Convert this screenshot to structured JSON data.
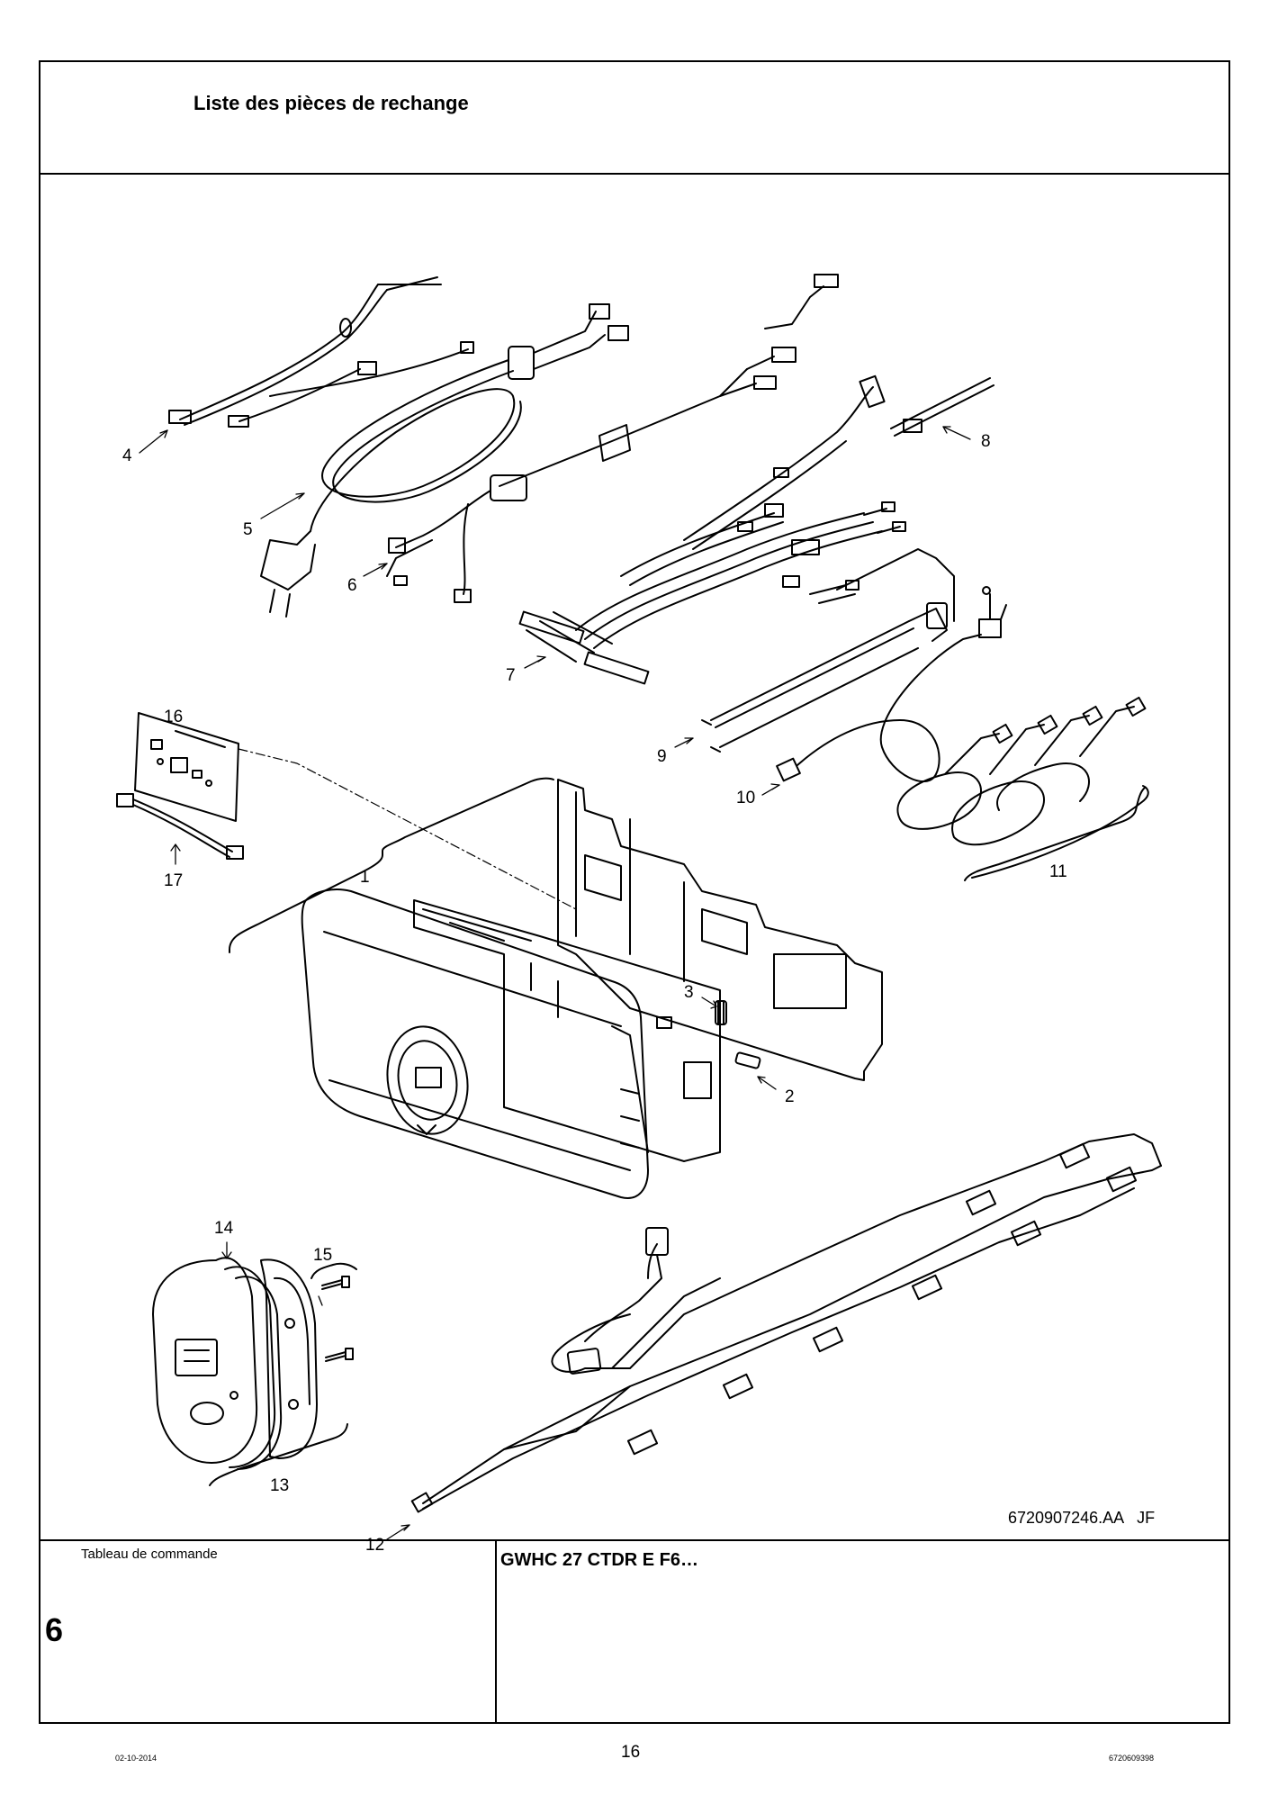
{
  "header": {
    "title": "Liste des pièces de rechange"
  },
  "diagram": {
    "callouts": [
      "1",
      "2",
      "3",
      "4",
      "5",
      "6",
      "7",
      "8",
      "9",
      "10",
      "11",
      "12",
      "13",
      "14",
      "15",
      "16",
      "17"
    ],
    "reference": "6720907246.AA   JF"
  },
  "footer": {
    "section_label": "Tableau de commande",
    "section_number": "6",
    "model": "GWHC 27 CTDR E F6…",
    "date": "02-10-2014",
    "page_number": "16",
    "document_number": "6720609398"
  }
}
